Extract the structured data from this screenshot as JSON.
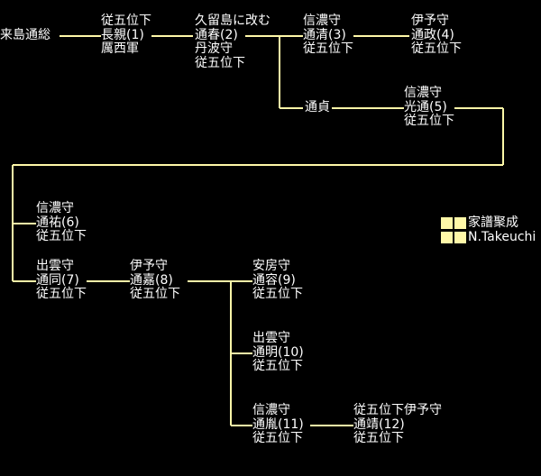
{
  "nodes": [
    {
      "id": "root",
      "lines": [
        "来島通総"
      ]
    },
    {
      "id": "n1",
      "lines": [
        "従五位下",
        "長親(1)",
        "厲西軍"
      ]
    },
    {
      "id": "n2",
      "lines": [
        "久留島に改む",
        "通春(2)",
        "丹波守",
        "従五位下"
      ]
    },
    {
      "id": "n3",
      "lines": [
        "信濃守",
        "通清(3)",
        "従五位下"
      ]
    },
    {
      "id": "n4",
      "lines": [
        "伊予守",
        "通政(4)",
        "従五位下"
      ]
    },
    {
      "id": "tsusada",
      "lines": [
        "通貞"
      ]
    },
    {
      "id": "n5",
      "lines": [
        "信濃守",
        "光通(5)",
        "従五位下"
      ]
    },
    {
      "id": "n6",
      "lines": [
        "信濃守",
        "通祐(6)",
        "従五位下"
      ]
    },
    {
      "id": "n7",
      "lines": [
        "出雲守",
        "通同(7)",
        "従五位下"
      ]
    },
    {
      "id": "n8",
      "lines": [
        "伊予守",
        "通嘉(8)",
        "従五位下"
      ]
    },
    {
      "id": "n9",
      "lines": [
        "安房守",
        "通容(9)",
        "従五位下"
      ]
    },
    {
      "id": "n10",
      "lines": [
        "出雲守",
        "通明(10)",
        "従五位下"
      ]
    },
    {
      "id": "n11",
      "lines": [
        "信濃守",
        "通胤(11)",
        "従五位下"
      ]
    },
    {
      "id": "n12",
      "lines": [
        "従五位下伊予守",
        "通靖(12)",
        "従五位下"
      ]
    }
  ],
  "credit": {
    "title": "家譜聚成",
    "author": "N.Takeuchi"
  },
  "colors": {
    "background": "#000000",
    "text": "#ffffff",
    "line": "#fff8a8"
  }
}
